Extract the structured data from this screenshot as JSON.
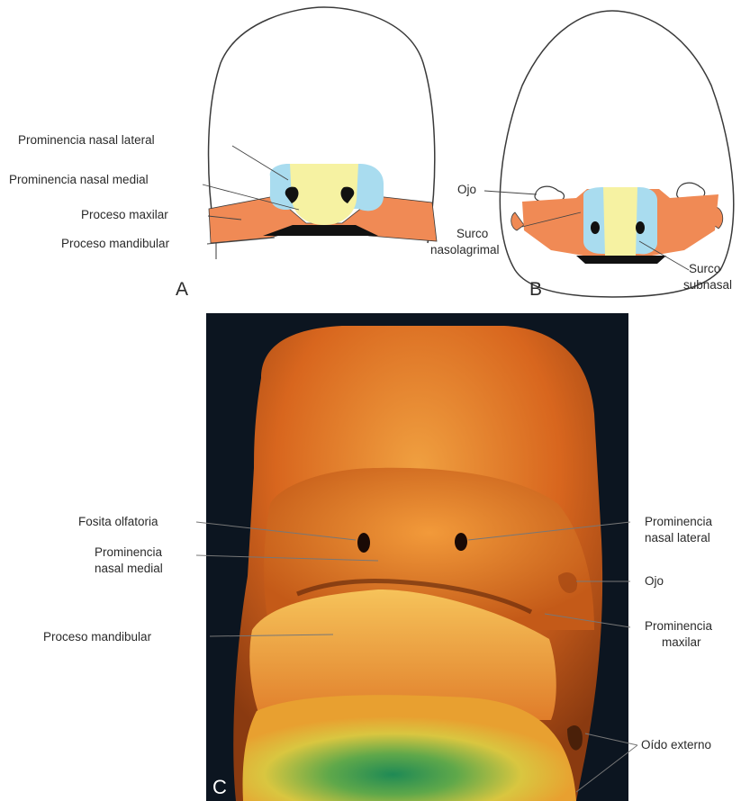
{
  "panels": {
    "a": {
      "letter": "A",
      "labels": {
        "nasal_lateral": "Prominencia nasal lateral",
        "nasal_medial": "Prominencia nasal medial",
        "maxilar": "Proceso maxilar",
        "mandibular": "Proceso mandibular"
      }
    },
    "b": {
      "letter": "B",
      "labels": {
        "ojo": "Ojo",
        "surco_naso_1": "Surco",
        "surco_naso_2": "nasolagrimal",
        "surco_sub_1": "Surco",
        "surco_sub_2": "subnasal"
      }
    },
    "c": {
      "letter": "C",
      "labels": {
        "fosita": "Fosita olfatoria",
        "nasal_medial_1": "Prominencia",
        "nasal_medial_2": "nasal medial",
        "mandibular": "Proceso mandibular",
        "nasal_lateral_1": "Prominencia",
        "nasal_lateral_2": "nasal lateral",
        "ojo": "Ojo",
        "maxilar_1": "Prominencia",
        "maxilar_2": "maxilar",
        "oido": "Oído externo"
      }
    }
  },
  "colors": {
    "nasal_lateral": "#a9dcef",
    "nasal_medial": "#f6f2a2",
    "maxilar": "#f08a55",
    "mandibular": "#111111",
    "outline": "#3a3a3a",
    "photo_background": "#0c1520"
  }
}
